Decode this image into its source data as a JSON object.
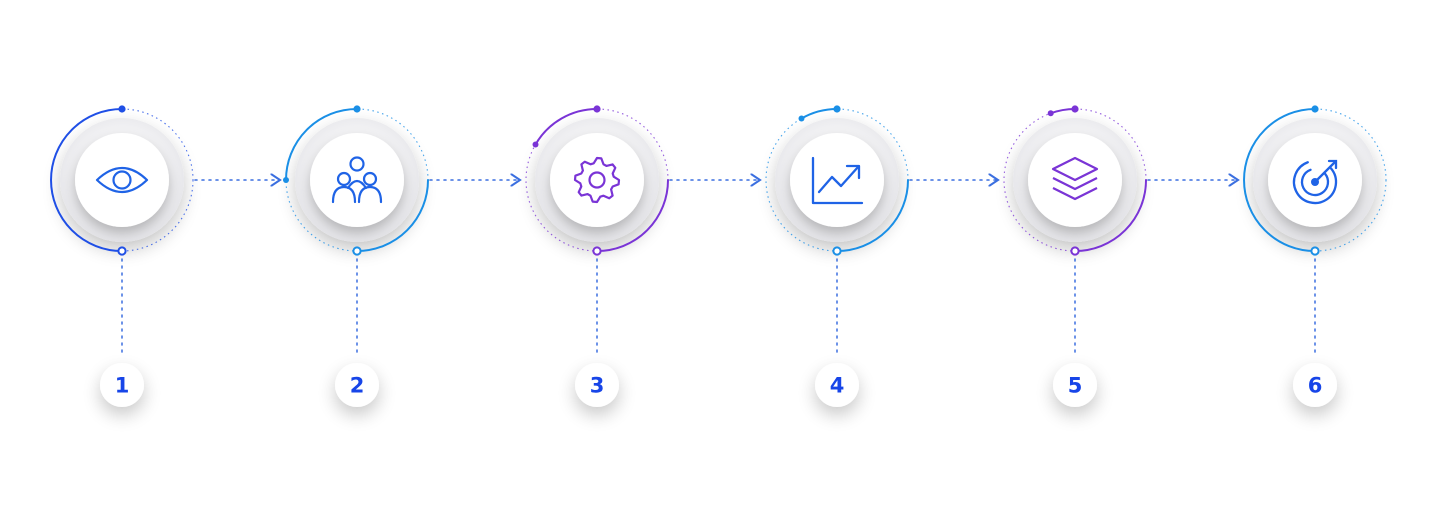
{
  "colors": {
    "blue": "#1f63e6",
    "sky": "#1a8fe6",
    "purple": "#7a34d6",
    "connector": "#3b6fe0",
    "number": "#1745e8"
  },
  "steps": [
    {
      "number": "1",
      "icon": "eye-icon",
      "accent": "#1f4fe6"
    },
    {
      "number": "2",
      "icon": "people-icon",
      "accent": "#1a8fe6"
    },
    {
      "number": "3",
      "icon": "gear-icon",
      "accent": "#7a34d6"
    },
    {
      "number": "4",
      "icon": "growth-chart-icon",
      "accent": "#1a8fe6"
    },
    {
      "number": "5",
      "icon": "layers-icon",
      "accent": "#7a34d6"
    },
    {
      "number": "6",
      "icon": "target-icon",
      "accent": "#1a8fe6"
    }
  ]
}
